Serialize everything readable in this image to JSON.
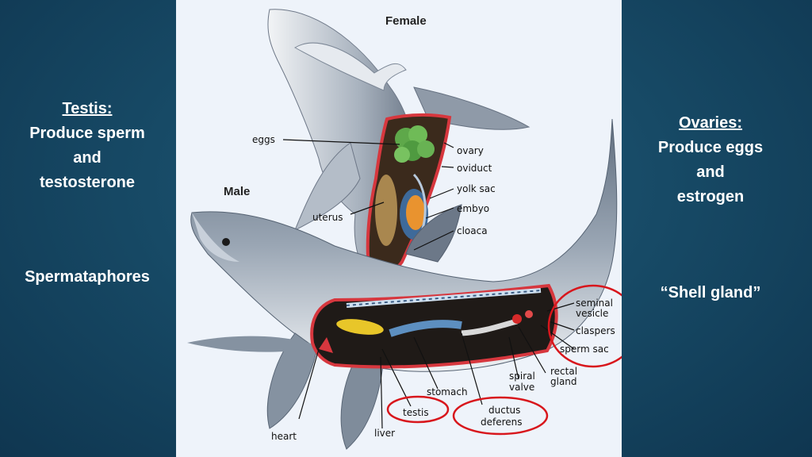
{
  "left": {
    "heading": "Testis:",
    "lines": [
      "Produce sperm",
      "and",
      "testosterone"
    ],
    "extra": "Spermataphores"
  },
  "right": {
    "heading": "Ovaries:",
    "lines": [
      "Produce eggs",
      "and",
      "estrogen"
    ],
    "extra": "“Shell gland”"
  },
  "diagram": {
    "female_title": "Female",
    "male_title": "Male",
    "female_labels": {
      "eggs": "eggs",
      "ovary": "ovary",
      "oviduct": "oviduct",
      "yolk_sac": "yolk sac",
      "uterus": "uterus",
      "embyo": "embyo",
      "cloaca": "cloaca"
    },
    "male_labels": {
      "seminal_1": "seminal",
      "seminal_2": "vesicle",
      "claspers": "claspers",
      "sperm_sac": "sperm sac",
      "rectal_1": "rectal",
      "rectal_2": "gland",
      "spiral_1": "spiral",
      "spiral_2": "valve",
      "stomach": "stomach",
      "testis": "testis",
      "ductus_1": "ductus",
      "ductus_2": "deferens",
      "liver": "liver",
      "heart": "heart"
    }
  },
  "colors": {
    "background": "#174a66",
    "highlight_circle": "#d8161c",
    "text": "#ffffff"
  }
}
